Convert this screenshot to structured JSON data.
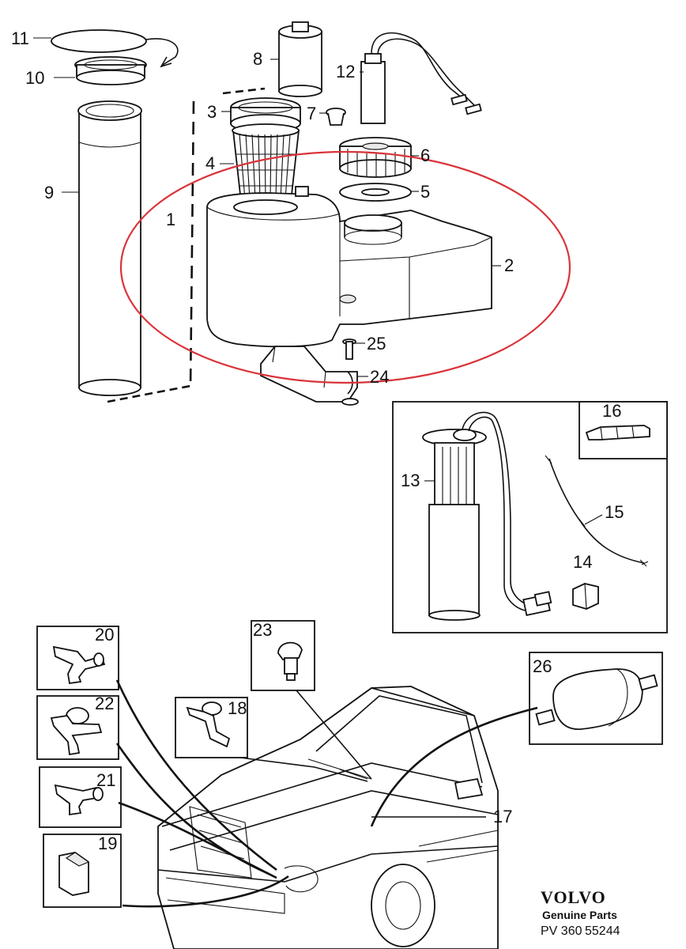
{
  "callouts": [
    "1",
    "2",
    "3",
    "4",
    "5",
    "6",
    "7",
    "8",
    "9",
    "10",
    "11",
    "12",
    "13",
    "14",
    "15",
    "16",
    "17",
    "18",
    "19",
    "20",
    "21",
    "22",
    "23",
    "24",
    "25",
    "26"
  ],
  "colors": {
    "highlight_ellipse": "#d9343a",
    "ink": "#111111"
  },
  "brand": {
    "logo_text": "VOLVO",
    "subtitle": "Genuine Parts",
    "ref_prefix": "PV 360",
    "ref_number": "55244"
  }
}
